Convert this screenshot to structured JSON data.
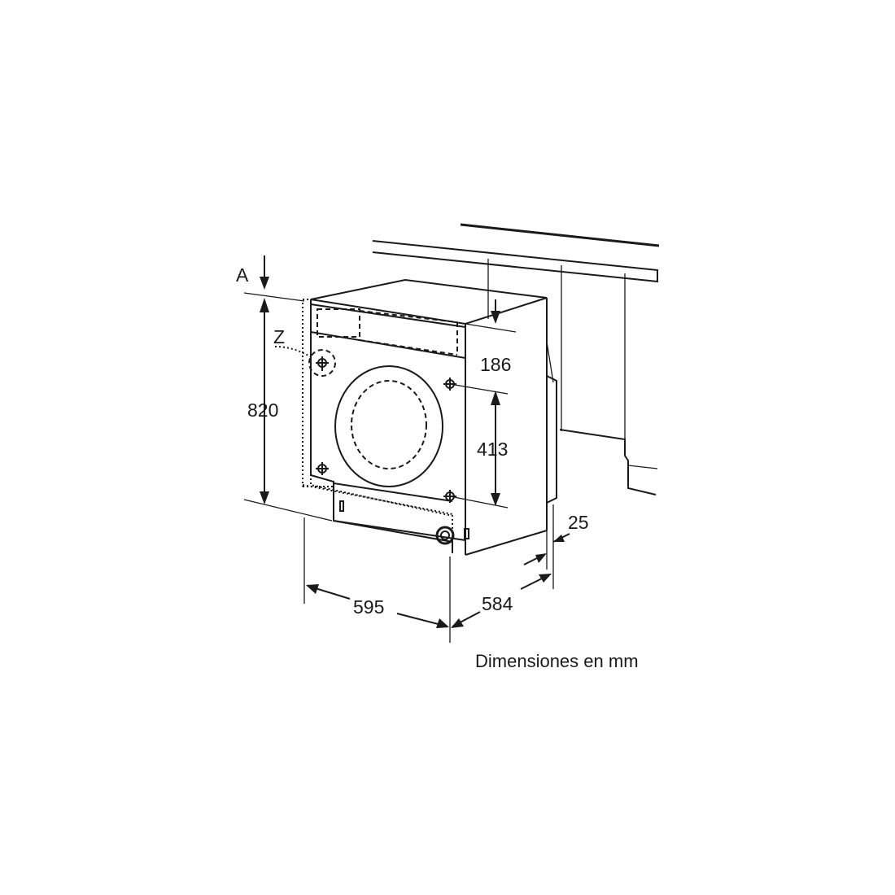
{
  "labels": {
    "A": "A",
    "Z": "Z",
    "height_total": "820",
    "top_panel": "186",
    "door_hinge_spacing": "413",
    "door_offset": "25",
    "width": "595",
    "depth": "584"
  },
  "caption": "Dimensiones en mm",
  "colors": {
    "line": "#1a1a1a",
    "background": "#ffffff"
  }
}
